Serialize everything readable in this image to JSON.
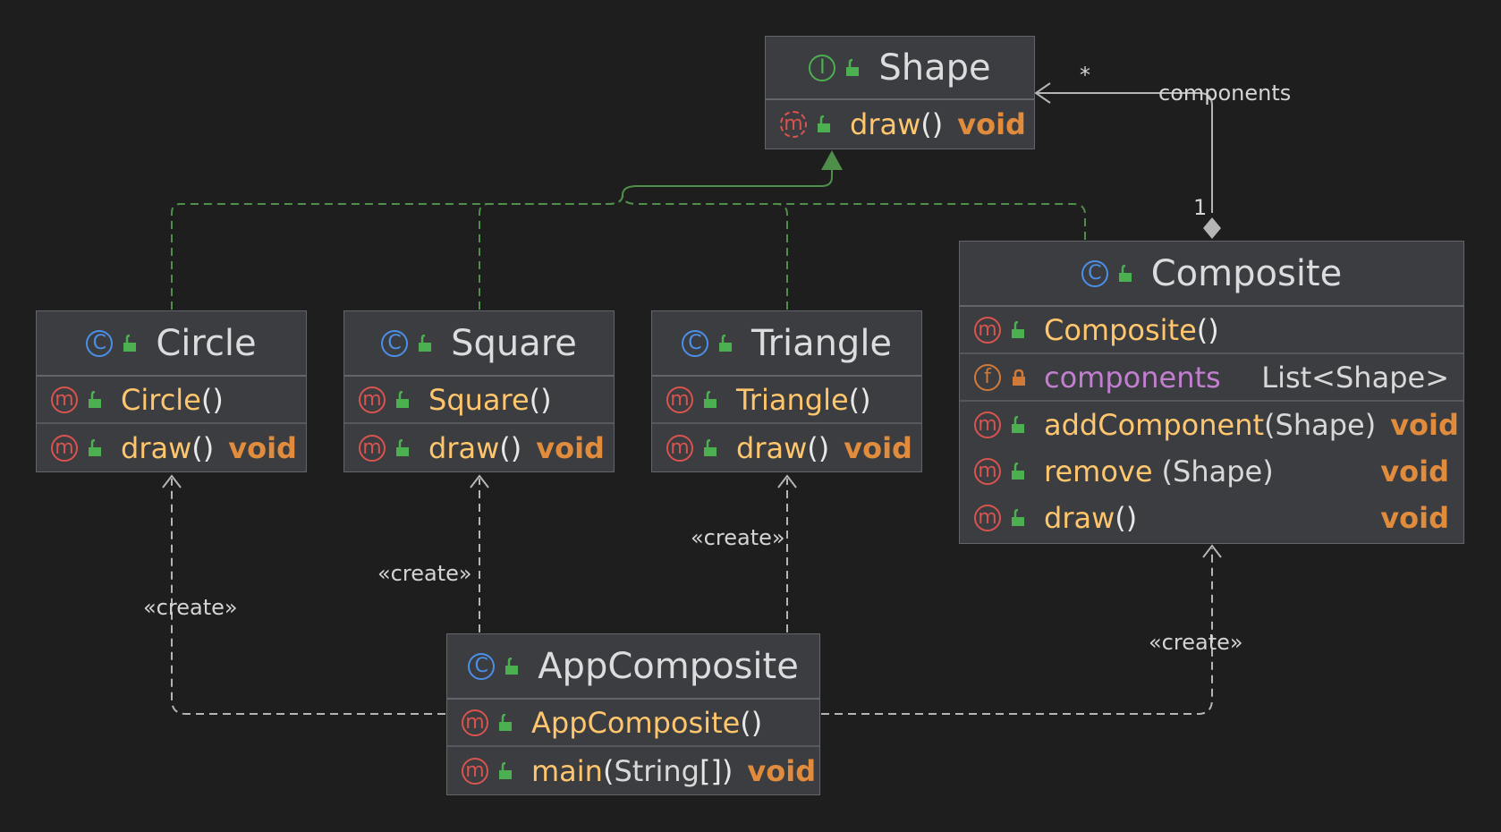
{
  "diagram": {
    "nodes": {
      "shape": {
        "name": "Shape",
        "kind_icon": "interface-icon",
        "kind_glyph": "I",
        "members": [
          {
            "kind_glyph": "m",
            "name": "draw",
            "parens": "()",
            "ret": "void"
          }
        ]
      },
      "circle": {
        "name": "Circle",
        "kind_icon": "class-icon",
        "kind_glyph": "C",
        "members": [
          {
            "kind_glyph": "m",
            "name": "Circle",
            "parens": "()"
          },
          {
            "kind_glyph": "m",
            "name": "draw",
            "parens": "()",
            "ret": "void"
          }
        ]
      },
      "square": {
        "name": "Square",
        "kind_icon": "class-icon",
        "kind_glyph": "C",
        "members": [
          {
            "kind_glyph": "m",
            "name": "Square",
            "parens": "()"
          },
          {
            "kind_glyph": "m",
            "name": "draw",
            "parens": "()",
            "ret": "void"
          }
        ]
      },
      "triangle": {
        "name": "Triangle",
        "kind_icon": "class-icon",
        "kind_glyph": "C",
        "members": [
          {
            "kind_glyph": "m",
            "name": "Triangle",
            "parens": "()"
          },
          {
            "kind_glyph": "m",
            "name": "draw",
            "parens": "()",
            "ret": "void"
          }
        ]
      },
      "composite": {
        "name": "Composite",
        "kind_icon": "class-icon",
        "kind_glyph": "C",
        "members": [
          {
            "kind_glyph": "m",
            "name": "Composite",
            "parens": "()"
          },
          {
            "kind_glyph": "f",
            "name": "components",
            "type": "List<Shape>"
          },
          {
            "kind_glyph": "m",
            "name": "addComponent",
            "params": "(Shape)",
            "ret": "void"
          },
          {
            "kind_glyph": "m",
            "name": "remove",
            "params": "(Shape)",
            "ret": "void"
          },
          {
            "kind_glyph": "m",
            "name": "draw",
            "parens": "()",
            "ret": "void"
          }
        ]
      },
      "app": {
        "name": "AppComposite",
        "kind_icon": "class-icon",
        "kind_glyph": "C",
        "members": [
          {
            "kind_glyph": "m",
            "name": "AppComposite",
            "parens": "()"
          },
          {
            "kind_glyph": "m",
            "name": "main",
            "params_open": "(",
            "params_type": "String",
            "params_brackets": "[]",
            "params_close": ")",
            "ret": "void"
          }
        ]
      }
    },
    "edge_labels": {
      "composition_many": "*",
      "composition_role": "components",
      "composition_one": "1",
      "create_circle": "«create»",
      "create_square": "«create»",
      "create_triangle": "«create»",
      "create_composite": "«create»"
    },
    "colors": {
      "background": "#1e1e1e",
      "realization_edge": "#4f8f4a",
      "dependency_edge": "#b5b5b5",
      "composition_edge": "#b5b5b5",
      "method_name": "#ffc66d",
      "return_type": "#e08c3c",
      "field_name": "#c27fcf"
    }
  }
}
